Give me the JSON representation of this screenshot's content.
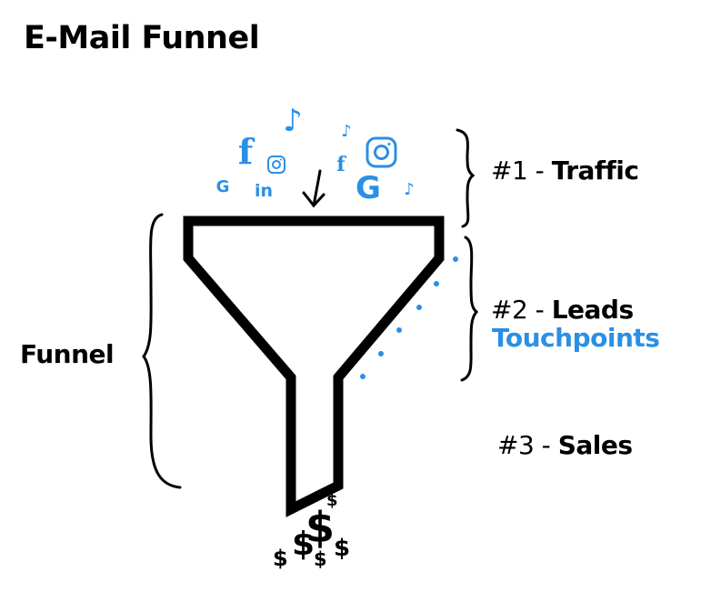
{
  "title": "E-Mail Funnel",
  "funnel_label": "Funnel",
  "stages": [
    {
      "number": "#1 -",
      "name": "Traffic"
    },
    {
      "number": "#2 -",
      "name": "Leads"
    },
    {
      "number": "#3 -",
      "name": "Sales"
    }
  ],
  "touchpoints_label": "Touchpoints",
  "colors": {
    "accent": "#2b8fe6",
    "ink": "#000000"
  },
  "icons": {
    "facebook": "facebook-icon",
    "instagram": "instagram-icon",
    "tiktok": "tiktok-icon",
    "google": "google-icon",
    "linkedin": "linkedin-icon",
    "dollar": "dollar-icon"
  },
  "glyphs": {
    "f": "f",
    "g": "G",
    "in": "in",
    "t": "♪",
    "dollar": "$"
  }
}
